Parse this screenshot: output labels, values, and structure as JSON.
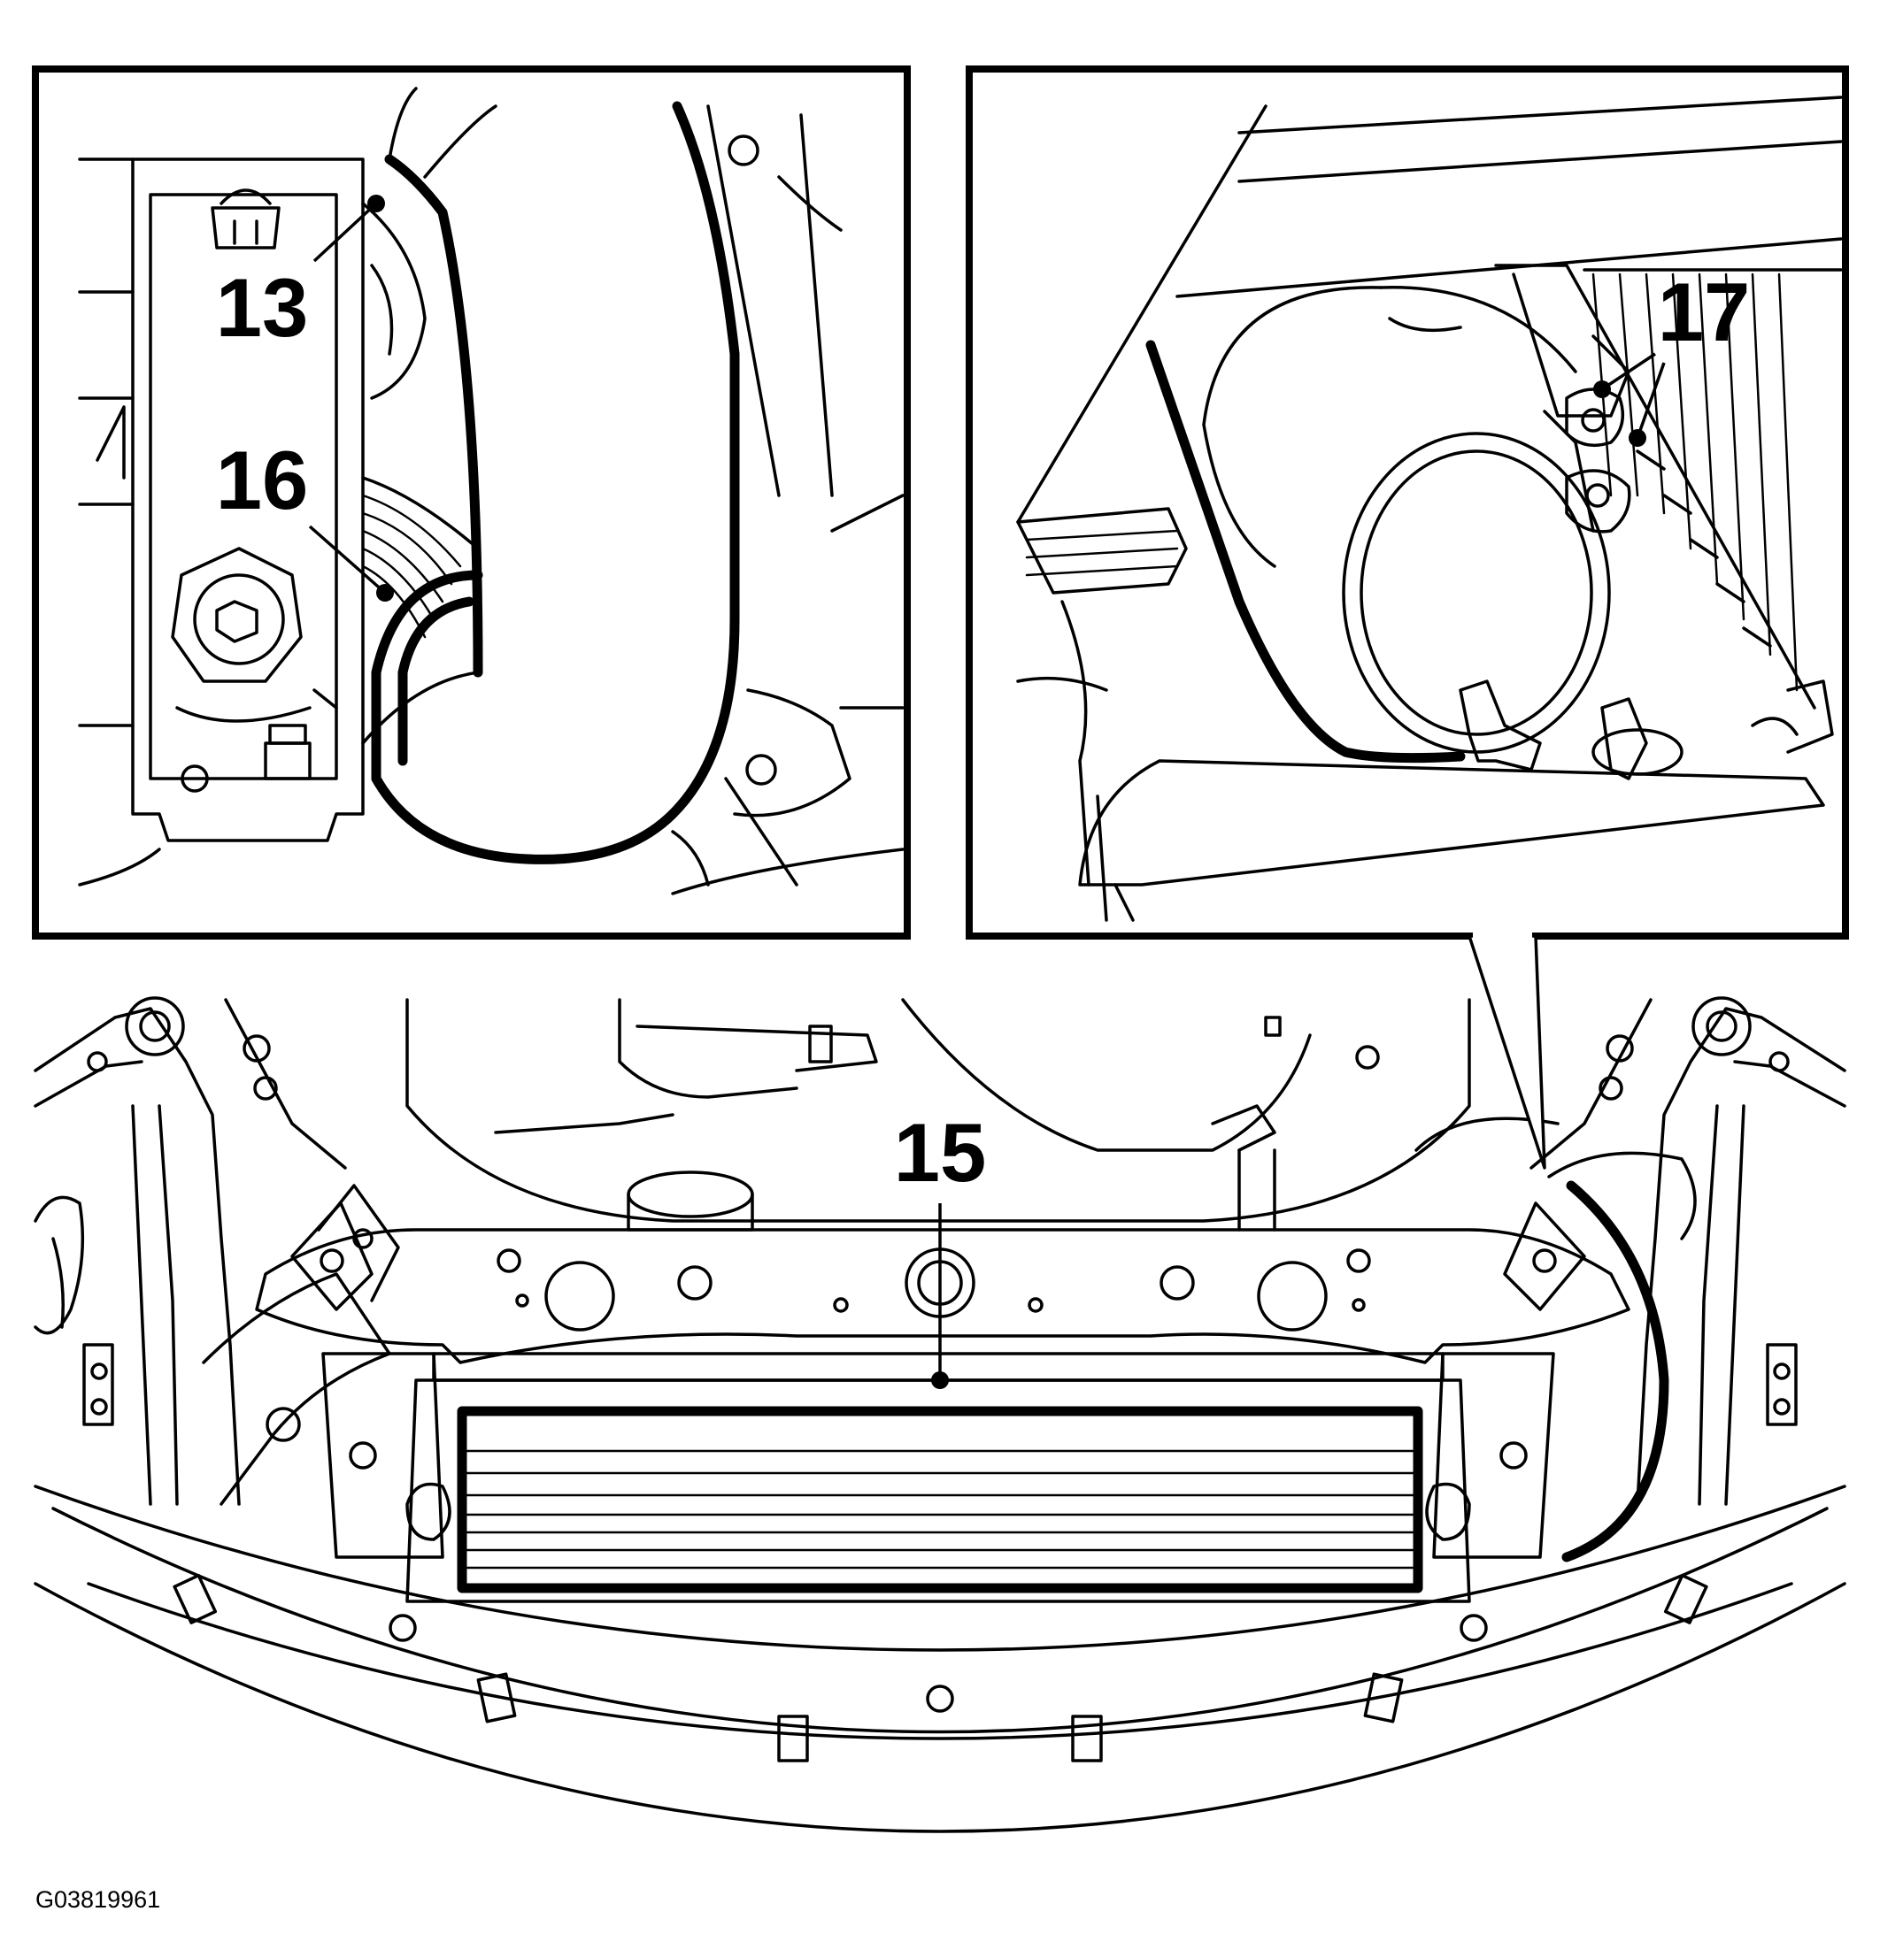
{
  "figure_id": "G03819961",
  "callouts": {
    "c13": "13",
    "c15": "15",
    "c16": "16",
    "c17": "17"
  },
  "colors": {
    "line": "#000000",
    "background": "#ffffff"
  }
}
